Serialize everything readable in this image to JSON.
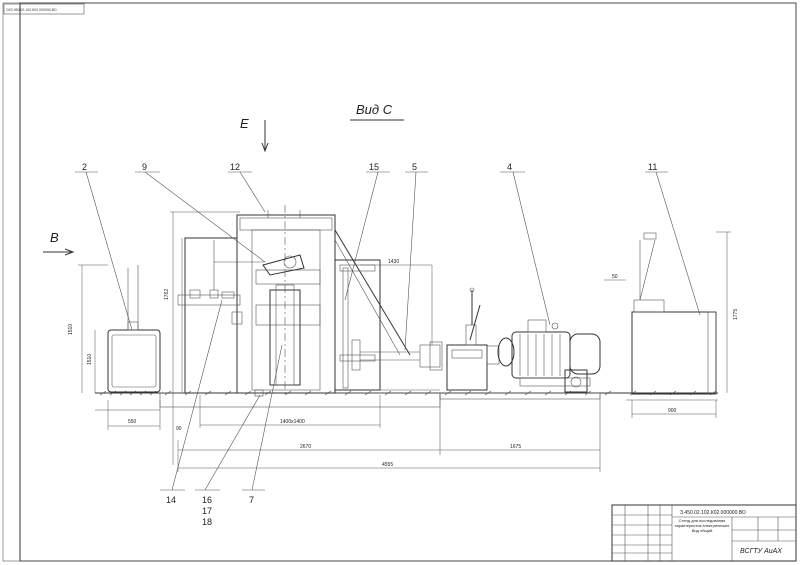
{
  "drawing": {
    "stamp_text": "СКЗ 450.02.102.К02.000000.ВО",
    "view_title": "Вид С",
    "arrow_e": "E",
    "arrow_b": "B"
  },
  "callouts": [
    "2",
    "9",
    "12",
    "15",
    "5",
    "4",
    "11",
    "14",
    "16",
    "17",
    "18",
    "7"
  ],
  "dimensions": {
    "d_1510": "1510",
    "d_1510_small": "1510",
    "d_550": "550",
    "d_2670": "2670",
    "d_1675": "1675",
    "d_4555": "4555",
    "d_900": "900",
    "d_1775": "1775",
    "d_1762": "1762",
    "d_90": "90",
    "d_top": "1430",
    "d_mid": "1400x1400",
    "d_small_r": "50"
  },
  "title_block": {
    "code": "З.450.02.102.К02.000000.ВО",
    "name": "Стенд для исследования характеристик электрических Вид общий",
    "org": "ВСГТУ АиАХ"
  }
}
